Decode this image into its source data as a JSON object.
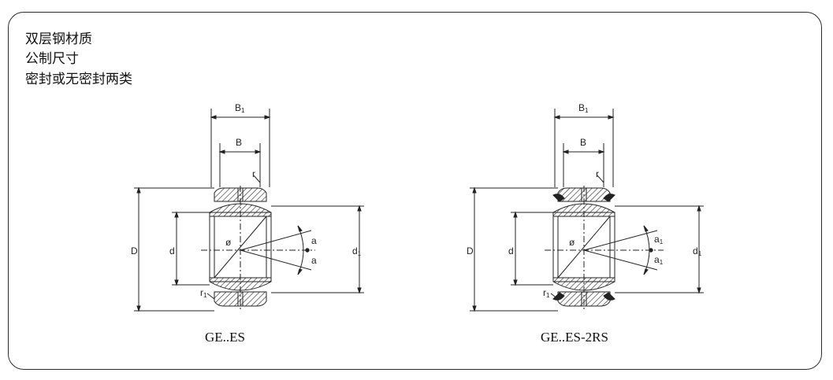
{
  "features": {
    "line1": "双层钢材质",
    "line2": "公制尺寸",
    "line3": "密封或无密封两类"
  },
  "diagram_left": {
    "caption": "GE..ES",
    "labels": {
      "B1": "B",
      "B1_sub": "1",
      "B": "B",
      "r": "r",
      "D": "D",
      "d": "d",
      "phi": "ø",
      "r1": "r",
      "r1_sub": "1",
      "d1": "d",
      "d1_sub": "1",
      "a_top": "a",
      "a_bottom": "a"
    }
  },
  "diagram_right": {
    "caption": "GE..ES-2RS",
    "labels": {
      "B1": "B",
      "B1_sub": "1",
      "B": "B",
      "r": "r",
      "D": "D",
      "d": "d",
      "phi": "ø",
      "r1": "r",
      "r1_sub": "1",
      "d1": "d",
      "d1_sub": "1",
      "a_top": "a",
      "a_top_sub": "1",
      "a_bottom": "a",
      "a_bottom_sub": "1"
    }
  },
  "colors": {
    "line": "#222222",
    "frame": "#2b2b2b"
  }
}
